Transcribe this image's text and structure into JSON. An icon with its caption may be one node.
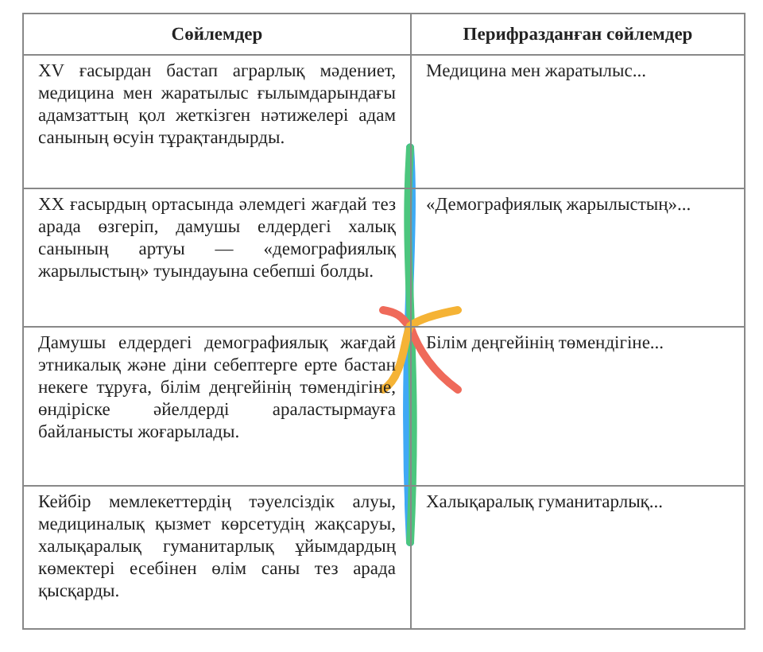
{
  "diagram": {
    "nodes": [
      {
        "text": [
          "XV ғасырдан бастап аграрлық мәдениет, медицина мен жаратылыс ғылымдарындағы адамзаттың қол жеткізген нәтижелері адам санының өсуін тұрақтандырды."
        ]
      },
      {
        "text": [
          "Медицина мен жаратылыс..."
        ]
      },
      {
        "text": [
          "XX ғасырдың ортасында әлемдегі жағдай тез арада өзгеріп, дамушы елдердегі халық санының артуы — «демографиялық жарылыстың» туындауына себепші болды."
        ]
      },
      {
        "text": [
          "«Демографиялық жарылыстың»..."
        ]
      },
      {
        "text": [
          "Дамушы елдердегі демографиялық жағдай этникалық және діни себептерге ерте бастан некеге тұруға, білім деңгейінің төмендігіне, өндіріске әйелдерді араластырмауға байланысты жоғарылады."
        ]
      },
      {
        "text": [
          "Білім деңгейінің төмендігіне..."
        ]
      },
      {
        "text": [
          "Кейбір мемлекеттердің тәуелсіздік алуы, медициналық қызмет көрсетудің жақсаруы, халықаралық гуманитарлық ұйымдардың көмектері есебінен өлім саны тез арада қысқарды."
        ]
      },
      {
        "text": [
          "Халықаралық гуманитарлық..."
        ]
      }
    ],
    "edges": [
      {
        "from": 0,
        "to": 7,
        "arrow": "none",
        "color": "#3fa9f5"
      },
      {
        "from": 1,
        "to": 6,
        "arrow": "none",
        "color": "#4cc67e"
      },
      {
        "from": 2,
        "to": 5,
        "arrow": "none",
        "color": "#ef6a5a"
      },
      {
        "from": 4,
        "to": 3,
        "arrow": "none",
        "color": "#f5b335"
      }
    ],
    "labels": [
      "Сөйлемдер",
      "Перифразданған сөйлемдер"
    ]
  }
}
